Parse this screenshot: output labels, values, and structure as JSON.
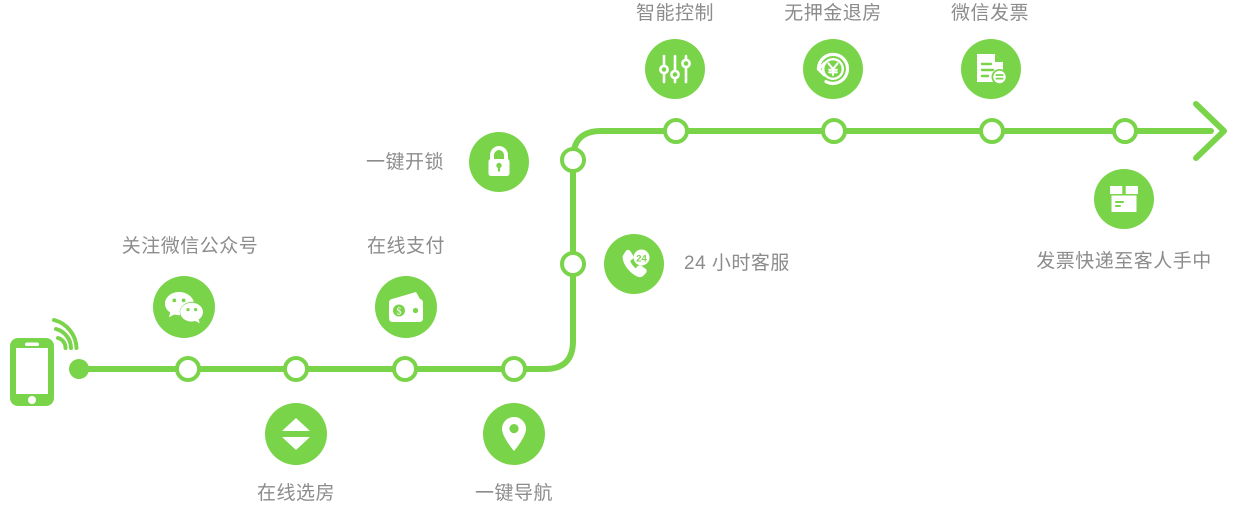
{
  "theme": {
    "accent_green": "#7ad44a",
    "label_gray": "#8c8c8c",
    "background": "#ffffff"
  },
  "diagram": {
    "type": "process-flow-timeline",
    "start_icon": "smartphone-wifi-icon",
    "end_marker": "arrow-right-icon"
  },
  "steps": [
    {
      "id": "wechat-follow",
      "label": "关注微信公众号",
      "icon": "wechat-icon",
      "row": "bottom",
      "position": "above"
    },
    {
      "id": "room-select",
      "label": "在线选房",
      "icon": "updown-arrows-icon",
      "row": "bottom",
      "position": "below"
    },
    {
      "id": "online-payment",
      "label": "在线支付",
      "icon": "wallet-icon",
      "row": "bottom",
      "position": "above"
    },
    {
      "id": "navigation",
      "label": "一键导航",
      "icon": "map-pin-icon",
      "row": "bottom",
      "position": "below"
    },
    {
      "id": "unlock",
      "label": "一键开锁",
      "icon": "lock-icon",
      "row": "riser",
      "position": "left"
    },
    {
      "id": "customer-service",
      "label": "24 小时客服",
      "icon": "phone-24h-icon",
      "row": "riser",
      "position": "right"
    },
    {
      "id": "smart-control",
      "label": "智能控制",
      "icon": "sliders-icon",
      "row": "top",
      "position": "above"
    },
    {
      "id": "no-deposit-checkout",
      "label": "无押金退房",
      "icon": "refund-yen-icon",
      "row": "top",
      "position": "above"
    },
    {
      "id": "wechat-invoice",
      "label": "微信发票",
      "icon": "invoice-document-icon",
      "row": "top",
      "position": "above"
    },
    {
      "id": "invoice-delivery",
      "label": "发票快递至客人手中",
      "icon": "package-box-icon",
      "row": "top",
      "position": "below"
    }
  ]
}
